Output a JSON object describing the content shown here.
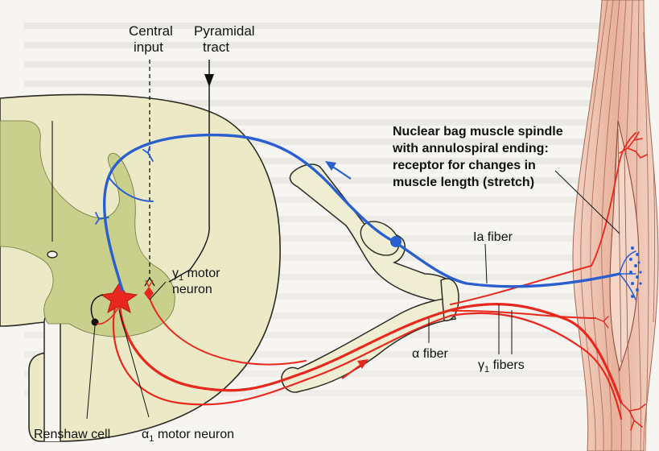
{
  "labels": {
    "central_input": [
      "Central",
      "input"
    ],
    "pyramidal_tract": [
      "Pyramidal",
      "tract"
    ],
    "spindle": [
      "Nuclear bag muscle spindle",
      "with annulospiral ending:",
      "receptor for changes in",
      "muscle length (stretch)"
    ],
    "ia_fiber": "Ia fiber",
    "gamma_motor_neuron": [
      "γ",
      "1",
      " motor",
      "neuron"
    ],
    "alpha_fiber": "α fiber",
    "gamma_fibers": [
      "γ",
      "1",
      " fibers"
    ],
    "renshaw_cell": "Renshaw cell",
    "alpha_motor_neuron": [
      "α",
      "1",
      " motor neuron"
    ]
  },
  "colors": {
    "afferent": "#2a5fd0",
    "efferent": "#e8281e",
    "gray_matter": "#c8d08c",
    "white_matter": "#eceac6",
    "nerve": "#efeed2",
    "muscle": "#e9b7a2",
    "muscle_fiber": "#c9786a"
  }
}
